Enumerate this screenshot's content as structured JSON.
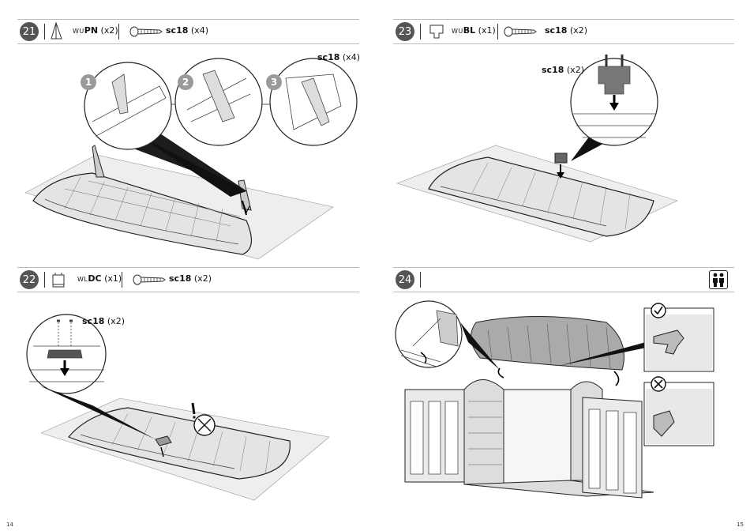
{
  "steps": [
    {
      "number": "21",
      "part_code": "WU",
      "part_name": "PN",
      "part_qty": "(x2)",
      "screw_name": "sc18",
      "screw_qty": "(x4)",
      "callout_name": "sc18",
      "callout_qty": "(x4)",
      "sub_steps": [
        "1",
        "2",
        "3"
      ]
    },
    {
      "number": "22",
      "part_code": "WL",
      "part_name": "DC",
      "part_qty": "(x1)",
      "screw_name": "sc18",
      "screw_qty": "(x2)",
      "callout_name": "sc18",
      "callout_qty": "(x2)"
    },
    {
      "number": "23",
      "part_code": "WU",
      "part_name": "BL",
      "part_qty": "(x1)",
      "screw_name": "sc18",
      "screw_qty": "(x2)",
      "callout_name": "sc18",
      "callout_qty": "(x2)"
    },
    {
      "number": "24"
    }
  ],
  "page_numbers": {
    "left": "14",
    "right": "15"
  },
  "icons": [
    "hinge-part-icon",
    "screw-icon",
    "bracket-part-icon",
    "clip-part-icon",
    "two-people-icon",
    "warning-icon",
    "prohibited-icon",
    "check-icon",
    "cross-icon"
  ]
}
